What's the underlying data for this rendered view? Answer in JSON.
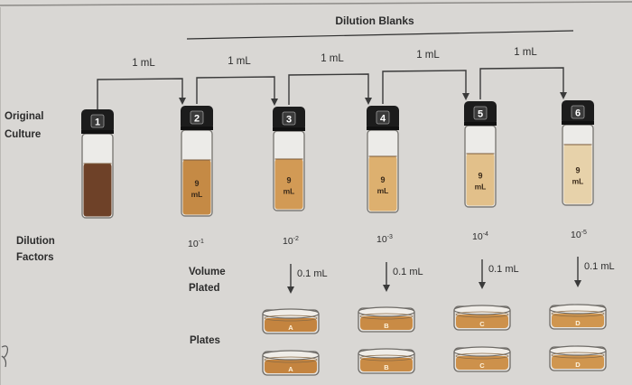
{
  "header": {
    "title": "Dilution Blanks"
  },
  "row_labels": {
    "original_line1": "Original",
    "original_line2": "Culture",
    "dilution_line1": "Dilution",
    "dilution_line2": "Factors",
    "volume_line1": "Volume",
    "volume_line2": "Plated",
    "plates": "Plates"
  },
  "transfers": [
    "1 mL",
    "1 mL",
    "1 mL",
    "1 mL",
    "1 mL"
  ],
  "tubes": [
    {
      "number": "1",
      "volume_line1": "",
      "volume_line2": "",
      "liquid_color": "#6e4128"
    },
    {
      "number": "2",
      "volume_line1": "9",
      "volume_line2": "mL",
      "liquid_color": "#c58a45"
    },
    {
      "number": "3",
      "volume_line1": "9",
      "volume_line2": "mL",
      "liquid_color": "#d29a55"
    },
    {
      "number": "4",
      "volume_line1": "9",
      "volume_line2": "mL",
      "liquid_color": "#ddb06f"
    },
    {
      "number": "5",
      "volume_line1": "9",
      "volume_line2": "mL",
      "liquid_color": "#e2c08a"
    },
    {
      "number": "6",
      "volume_line1": "9",
      "volume_line2": "mL",
      "liquid_color": "#e7d2aa"
    }
  ],
  "dilution_factors": [
    {
      "base": "10",
      "exp": "-1"
    },
    {
      "base": "10",
      "exp": "-2"
    },
    {
      "base": "10",
      "exp": "-3"
    },
    {
      "base": "10",
      "exp": "-4"
    },
    {
      "base": "10",
      "exp": "-5"
    }
  ],
  "volume_plated": [
    "0.1 mL",
    "0.1 mL",
    "0.1 mL",
    "0.1 mL"
  ],
  "plates": [
    {
      "letter": "A",
      "agar_color": "#c4843f"
    },
    {
      "letter": "B",
      "agar_color": "#c98b45"
    },
    {
      "letter": "C",
      "agar_color": "#cd914b"
    },
    {
      "letter": "D",
      "agar_color": "#d0964f"
    }
  ],
  "colors": {
    "cap": "#1c1c1c",
    "line": "#3a3a3a",
    "page": "#d9d7d4"
  }
}
